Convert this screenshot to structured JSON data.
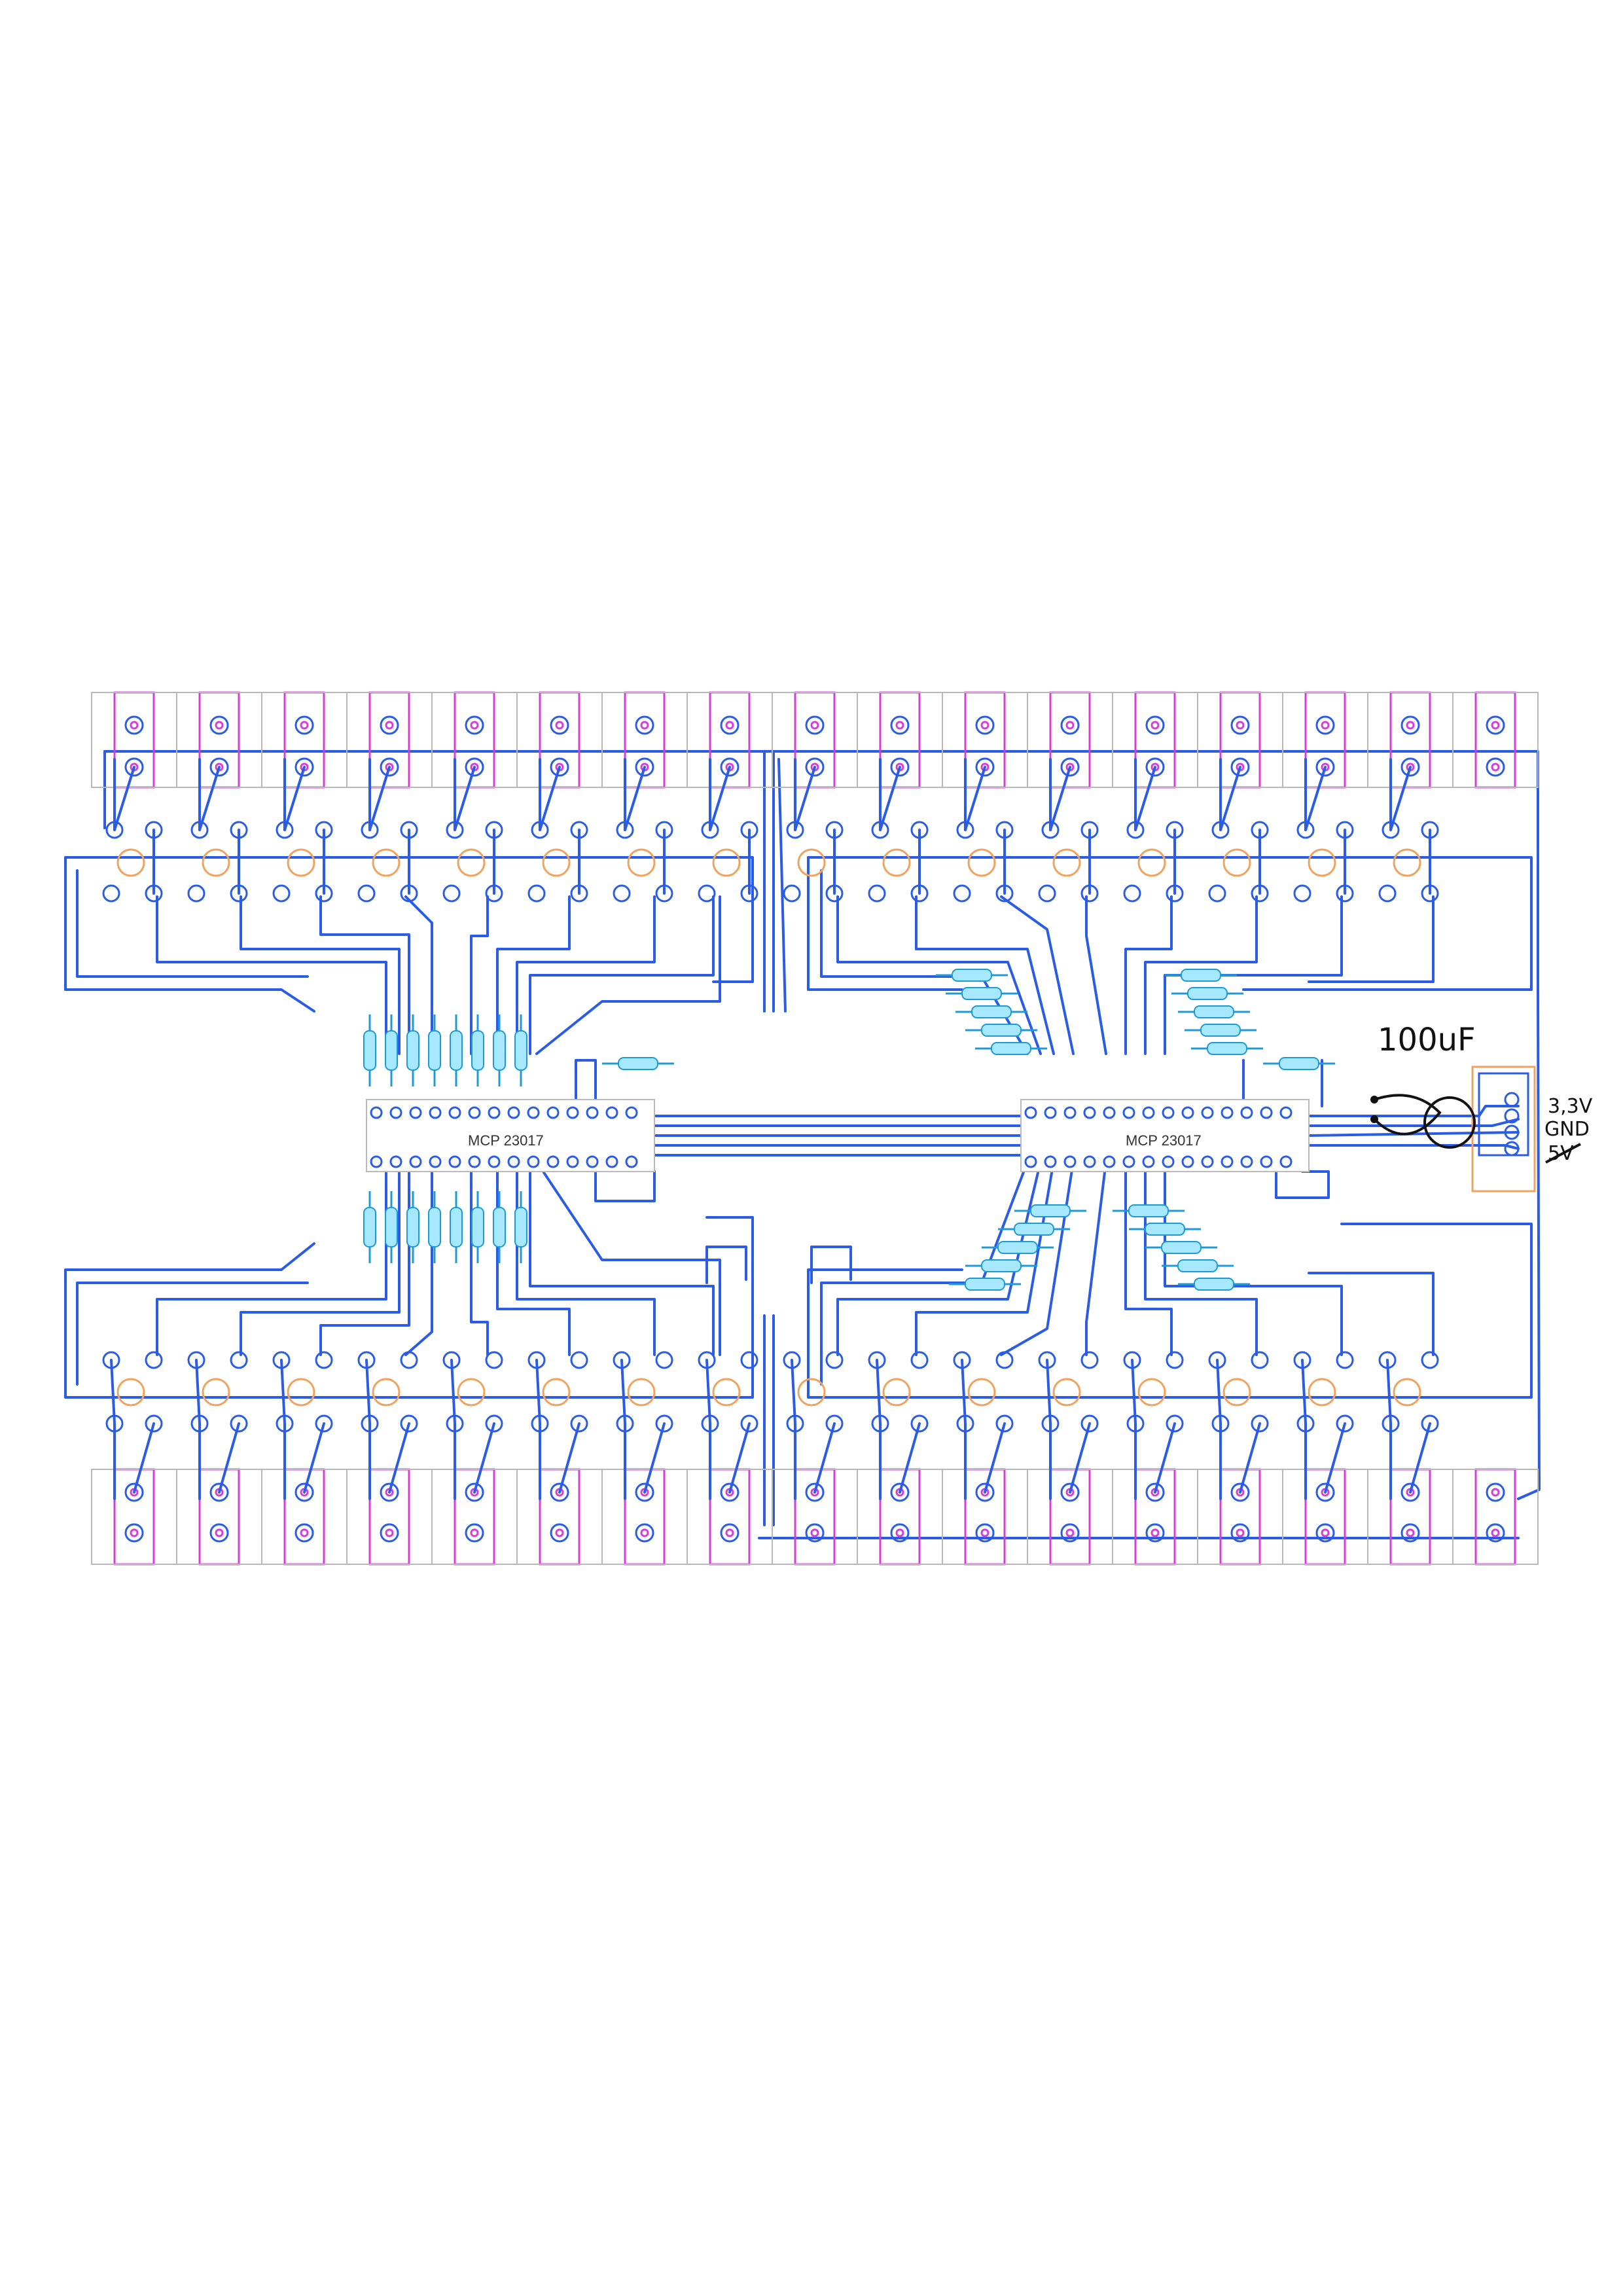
{
  "components": {
    "chip_left": {
      "label": "MCP 23017"
    },
    "chip_right": {
      "label": "MCP 23017"
    },
    "capacitor": {
      "label": "100uF"
    },
    "power_labels": [
      "3,3V",
      "GND",
      "5V"
    ]
  },
  "colors": {
    "trace": "#2b5ce6",
    "pad_outline": "#d63fd6",
    "resistor": "#a5e8ff",
    "ring": "#f0a35e",
    "grid": "#b8b8b8",
    "handwriting": "#111111"
  }
}
